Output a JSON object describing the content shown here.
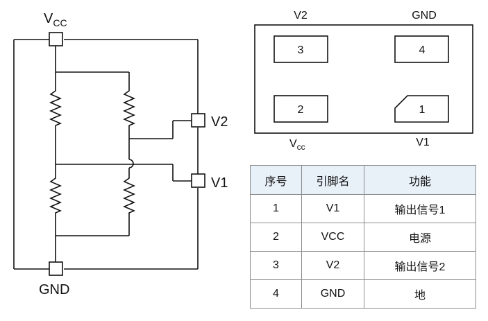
{
  "circuit": {
    "vcc_label_main": "V",
    "vcc_label_sub": "CC",
    "gnd_label": "GND",
    "v2_label": "V2",
    "v1_label": "V1"
  },
  "package": {
    "top_left_label": "V2",
    "top_right_label": "GND",
    "bottom_left_main": "V",
    "bottom_left_sub": "cc",
    "bottom_right_label": "V1",
    "pads": [
      {
        "number": "3"
      },
      {
        "number": "4"
      },
      {
        "number": "2"
      },
      {
        "number": "1"
      }
    ]
  },
  "table": {
    "headers": [
      "序号",
      "引脚名",
      "功能"
    ],
    "rows": [
      [
        "1",
        "V1",
        "输出信号1"
      ],
      [
        "2",
        "VCC",
        "电源"
      ],
      [
        "3",
        "V2",
        "输出信号2"
      ],
      [
        "4",
        "GND",
        "地"
      ]
    ]
  }
}
